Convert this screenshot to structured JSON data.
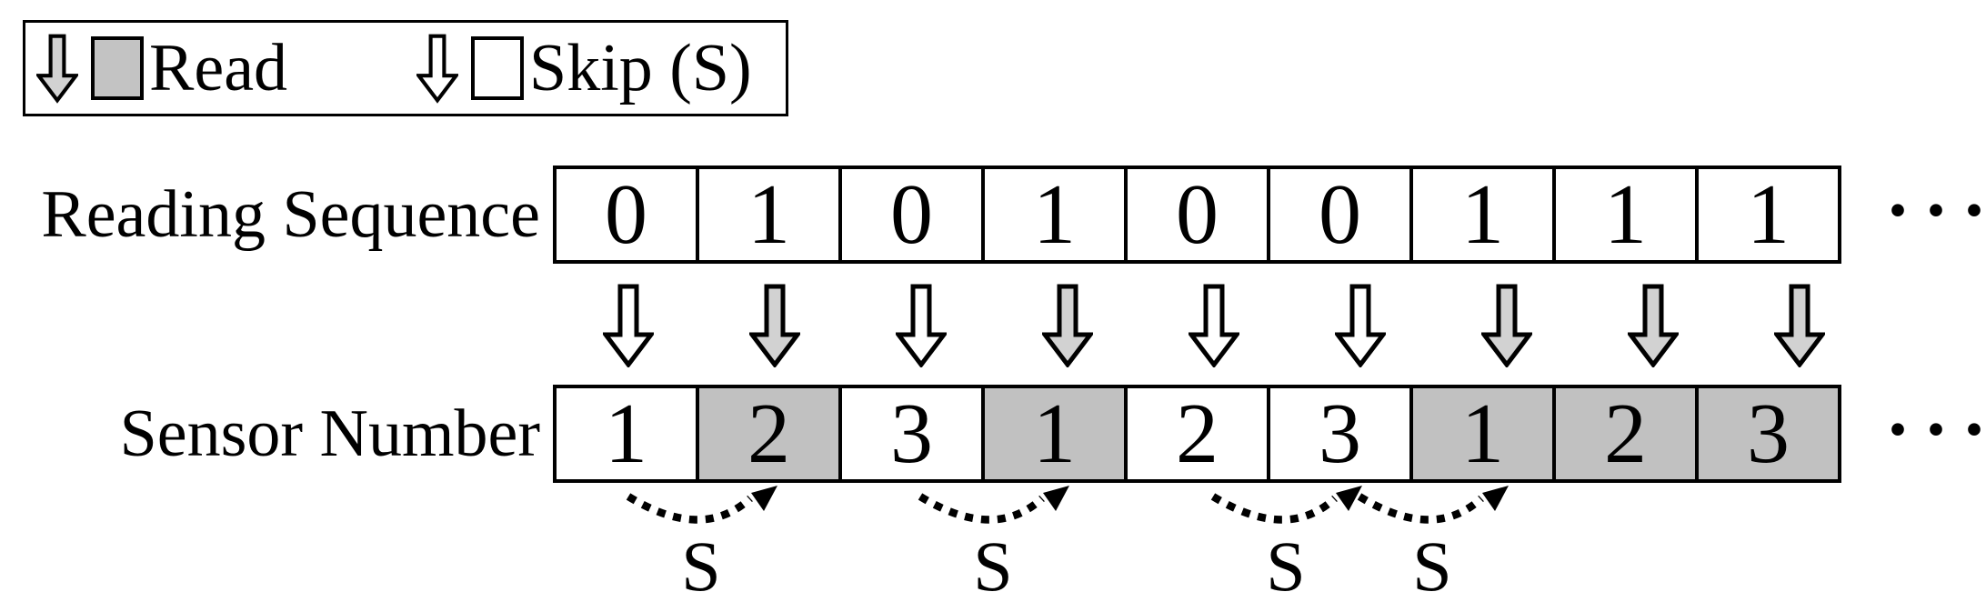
{
  "figure": {
    "description": "Sensor reading sequence diagram: binary reading sequence mapped onto cyclic sensor numbers, gray = read, white = skip"
  },
  "legend": {
    "read": {
      "label": "Read"
    },
    "skip": {
      "label": "Skip (S)"
    }
  },
  "reading_row": {
    "label": "Reading Sequence",
    "cells": [
      "0",
      "1",
      "0",
      "1",
      "0",
      "0",
      "1",
      "1",
      "1"
    ],
    "ellipsis": "···"
  },
  "arrows": [
    {
      "type": "skip"
    },
    {
      "type": "read"
    },
    {
      "type": "skip"
    },
    {
      "type": "read"
    },
    {
      "type": "skip"
    },
    {
      "type": "skip"
    },
    {
      "type": "read"
    },
    {
      "type": "read"
    },
    {
      "type": "read"
    }
  ],
  "sensor_row": {
    "label": "Sensor Number",
    "cells": [
      {
        "value": "1",
        "state": "skip"
      },
      {
        "value": "2",
        "state": "read"
      },
      {
        "value": "3",
        "state": "skip"
      },
      {
        "value": "1",
        "state": "read"
      },
      {
        "value": "2",
        "state": "skip"
      },
      {
        "value": "3",
        "state": "skip"
      },
      {
        "value": "1",
        "state": "read"
      },
      {
        "value": "2",
        "state": "read"
      },
      {
        "value": "3",
        "state": "read"
      }
    ],
    "ellipsis": "···"
  },
  "skip_arcs": [
    {
      "label": "S",
      "from_cell": 1,
      "to_cell": 2
    },
    {
      "label": "S",
      "from_cell": 3,
      "to_cell": 4
    },
    {
      "label": "S",
      "from_cell": 5,
      "to_cell": 6
    },
    {
      "label": "S",
      "from_cell": 6,
      "to_cell": 7
    }
  ],
  "colors": {
    "read_cell_fill": "#c1c1c1",
    "read_arrow_fill": "#d2d2d2",
    "skip_fill": "#ffffff",
    "outline": "#000000"
  }
}
